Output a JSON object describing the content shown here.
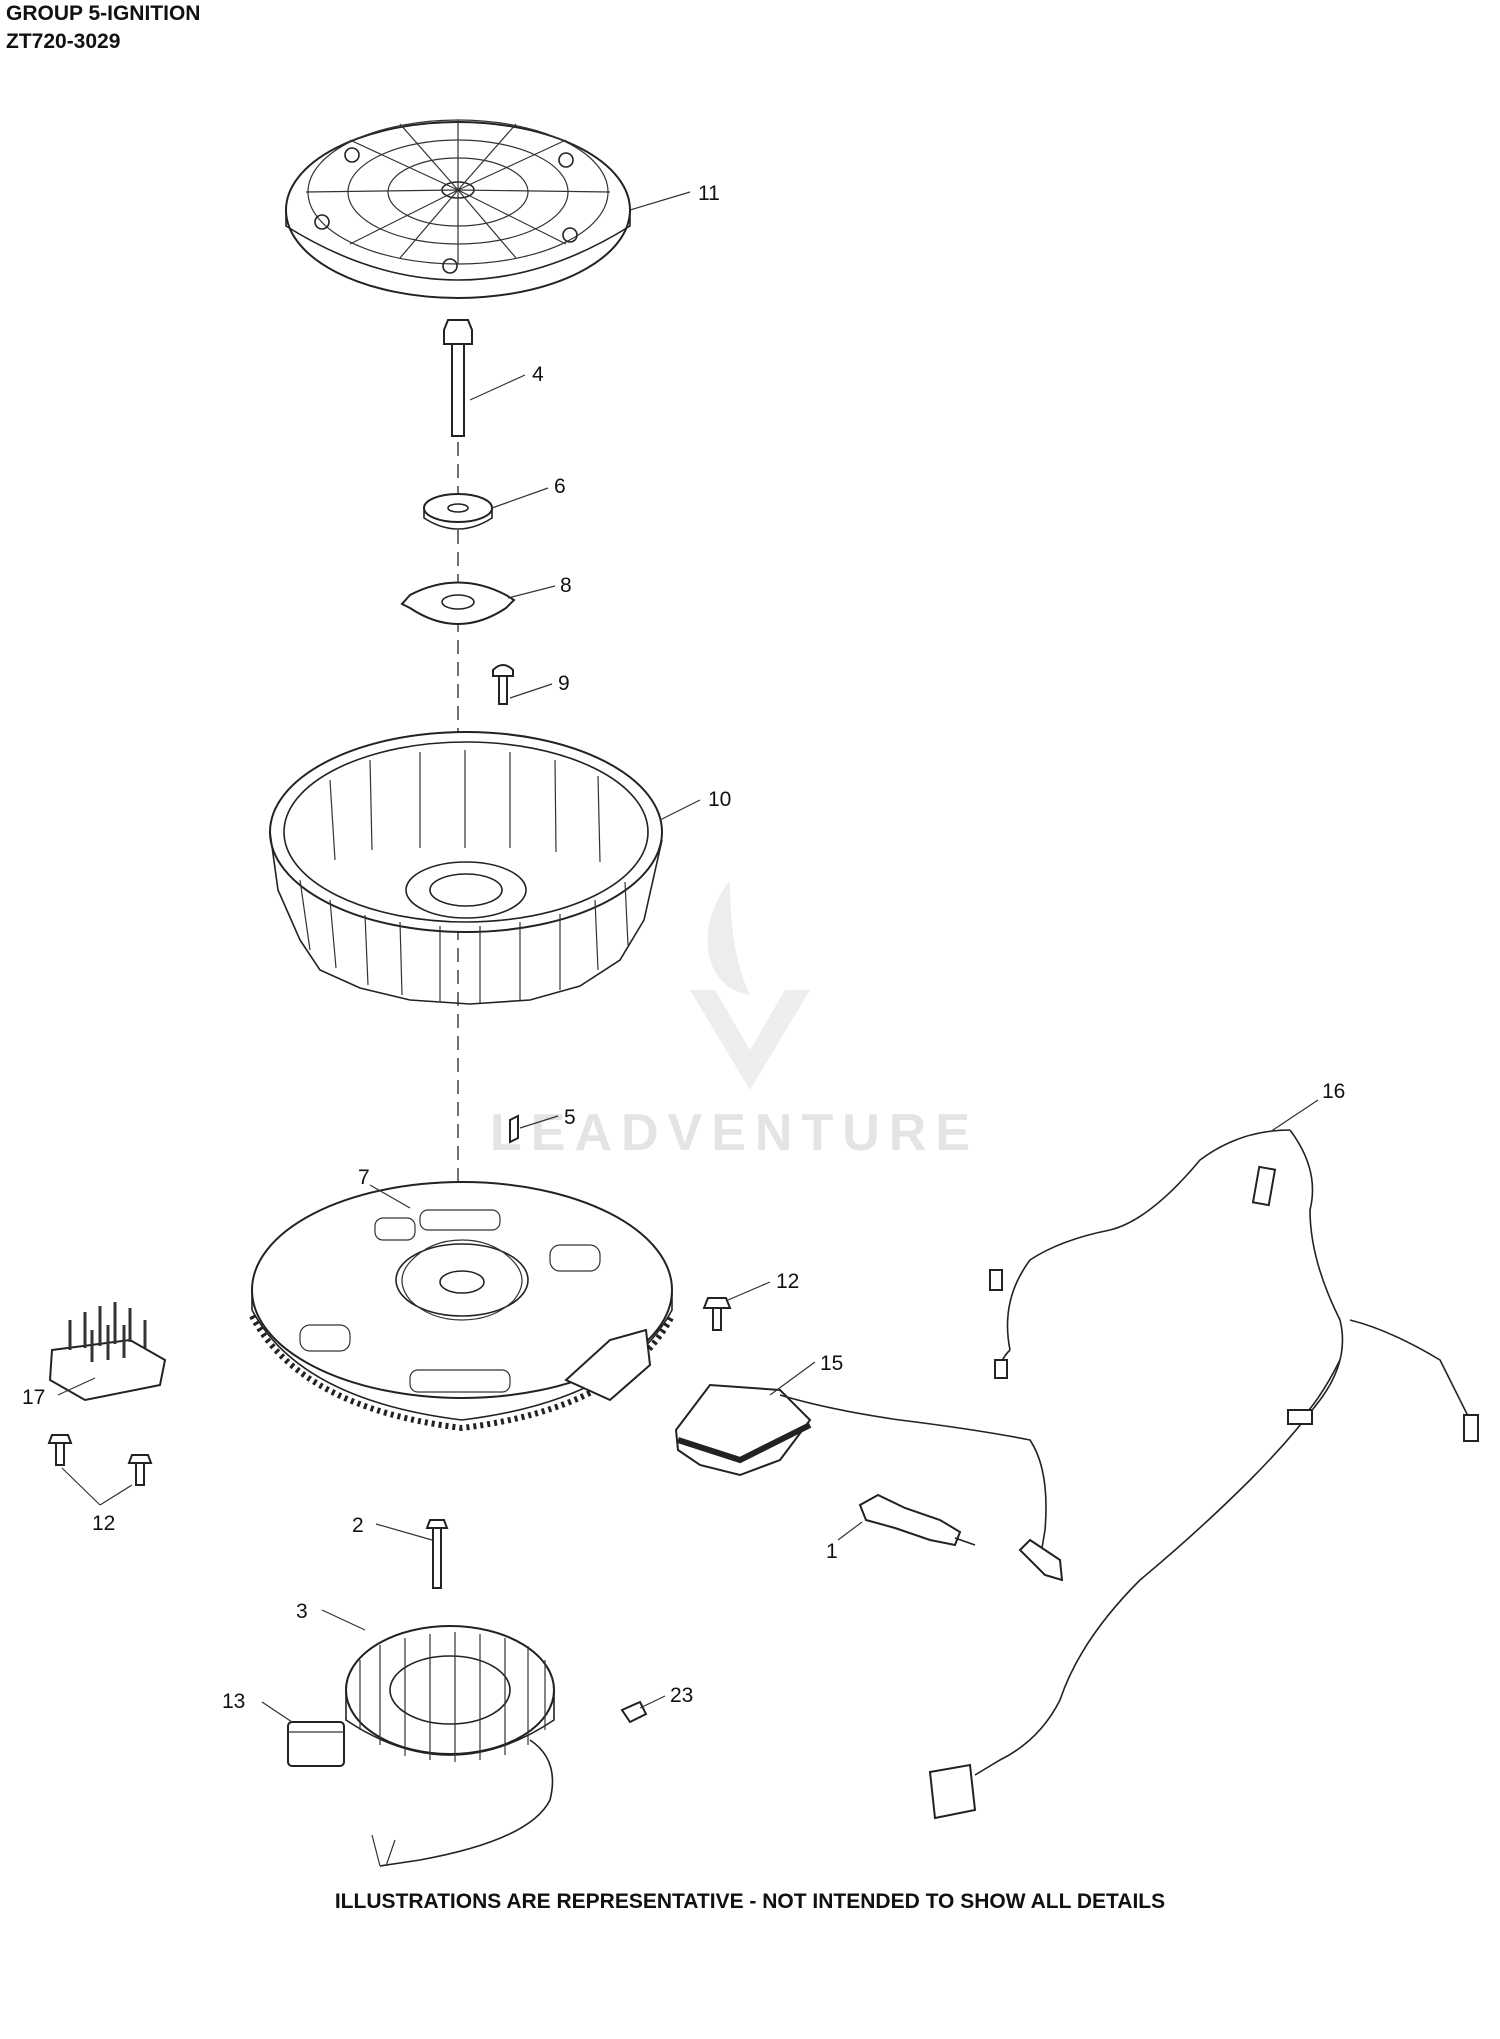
{
  "header": {
    "group": "GROUP 5-IGNITION",
    "model": "ZT720-3029"
  },
  "footer": "ILLUSTRATIONS ARE REPRESENTATIVE - NOT INTENDED TO SHOW ALL DETAILS",
  "watermark": "LEADVENTURE",
  "callouts": {
    "c11": "11",
    "c4": "4",
    "c6": "6",
    "c8": "8",
    "c9": "9",
    "c10": "10",
    "c5": "5",
    "c16": "16",
    "c7": "7",
    "c12a": "12",
    "c15": "15",
    "c17": "17",
    "c12b": "12",
    "c1": "1",
    "c2": "2",
    "c3": "3",
    "c13": "13",
    "c23": "23"
  }
}
